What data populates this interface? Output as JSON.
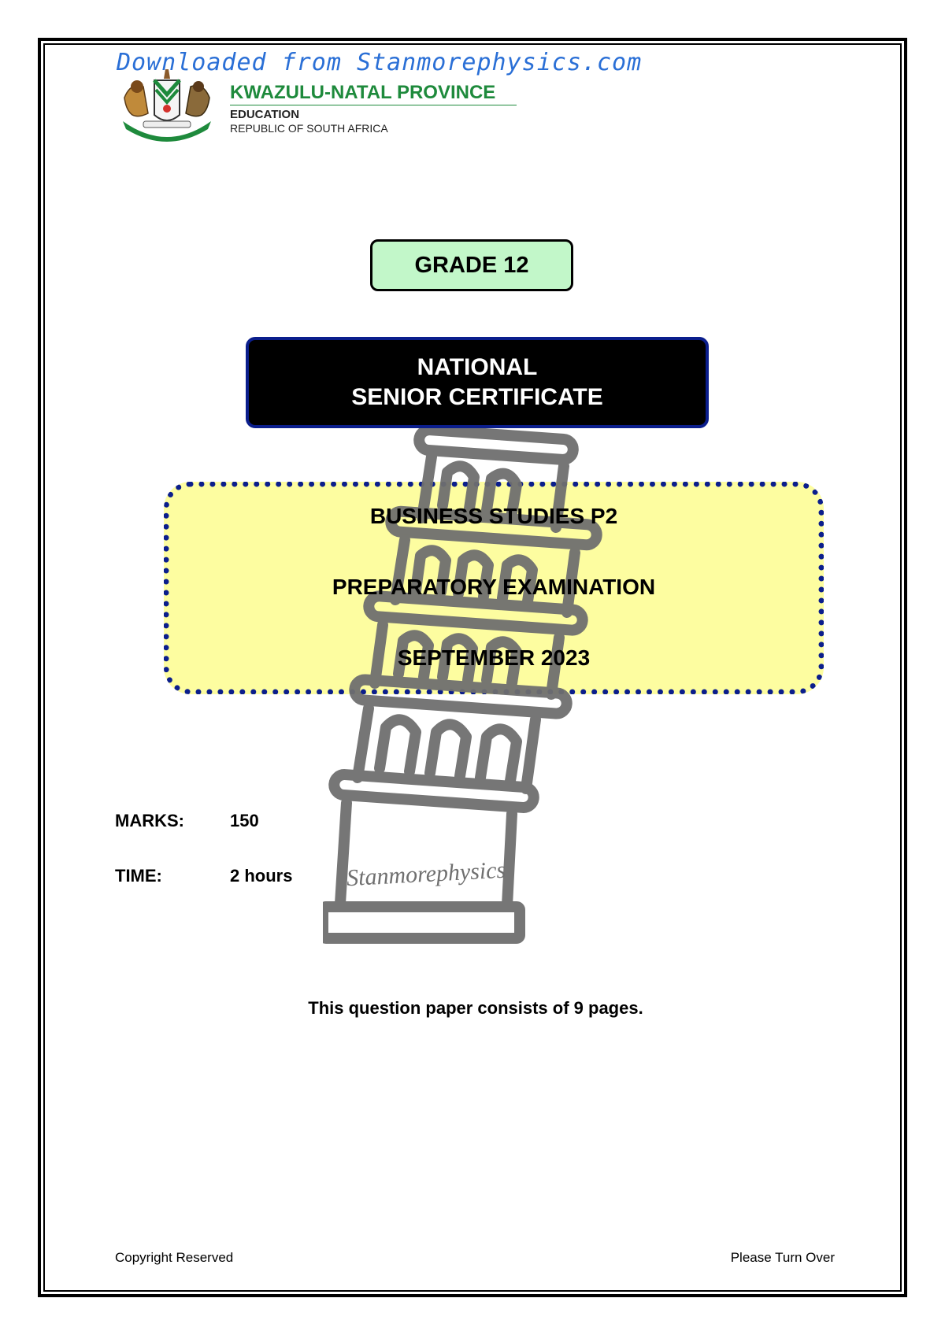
{
  "watermark": {
    "text": "Downloaded from Stanmorephysics.com",
    "color": "#2a6fd6"
  },
  "header": {
    "province": "KWAZULU-NATAL PROVINCE",
    "department": "EDUCATION",
    "country": "REPUBLIC OF SOUTH AFRICA",
    "crest_icon": "coat-of-arms-icon"
  },
  "grade": {
    "label": "GRADE 12",
    "color": "#c2f7c9"
  },
  "certificate": {
    "line1": "NATIONAL",
    "line2": "SENIOR CERTIFICATE"
  },
  "subject": {
    "line1": "BUSINESS STUDIES P2",
    "line2": "PREPARATORY EXAMINATION",
    "line3": "SEPTEMBER 2023",
    "box_color": "#fdfda0",
    "border_color": "#0b1e8c"
  },
  "tower_watermark": {
    "icon": "leaning-tower-icon",
    "text": "Stanmorephysics"
  },
  "details": {
    "marks_label": "MARKS:",
    "marks_value": "150",
    "time_label": "TIME:",
    "time_value": "2 hours"
  },
  "pages_note": "This question paper consists of 9 pages.",
  "footer": {
    "left": "Copyright Reserved",
    "right": "Please Turn Over"
  }
}
